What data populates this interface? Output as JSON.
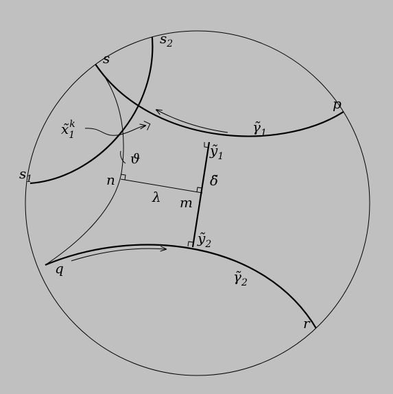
{
  "colors": {
    "background": "#c0c0c0",
    "disk": "#ffffff",
    "ink": "#000000"
  },
  "labels": {
    "s": "s",
    "s2_base": "s",
    "s2_sub": "2",
    "s1_base": "s",
    "s1_sub": "1",
    "p": "p",
    "q": "q",
    "r": "r",
    "n": "n",
    "m": "m",
    "lambda": "λ",
    "theta": "ϑ",
    "gamma1_base": "γ̃",
    "gamma1_sub": "1",
    "gamma2_base": "γ̃",
    "gamma2_sub": "2",
    "delta": "δ̃",
    "y1_base": "ỹ",
    "y1_sub": "1",
    "y2_base": "ỹ",
    "y2_sub": "2",
    "x1k_base": "x̃",
    "x1k_sub": "1",
    "x1k_sup": "k"
  }
}
